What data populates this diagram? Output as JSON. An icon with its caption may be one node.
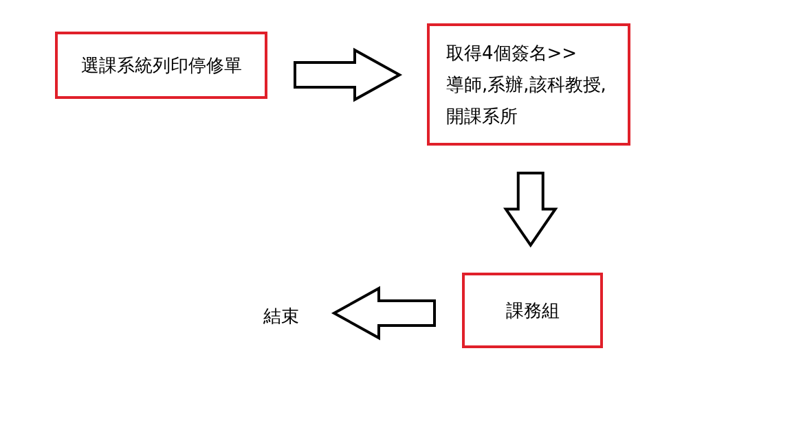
{
  "diagram": {
    "nodes": [
      {
        "text": [
          "選課系統列印停修單"
        ]
      },
      {
        "text": [
          "取得4個簽名>>",
          "導師,系辦,該科教授,開課系所"
        ]
      },
      {
        "text": [
          "課務組"
        ]
      },
      {
        "text": [
          "結束"
        ]
      }
    ],
    "edges": [
      {
        "from": 0,
        "to": 1,
        "arrow": "to"
      },
      {
        "from": 1,
        "to": 2,
        "arrow": "to"
      },
      {
        "from": 2,
        "to": 3,
        "arrow": "to"
      }
    ]
  }
}
